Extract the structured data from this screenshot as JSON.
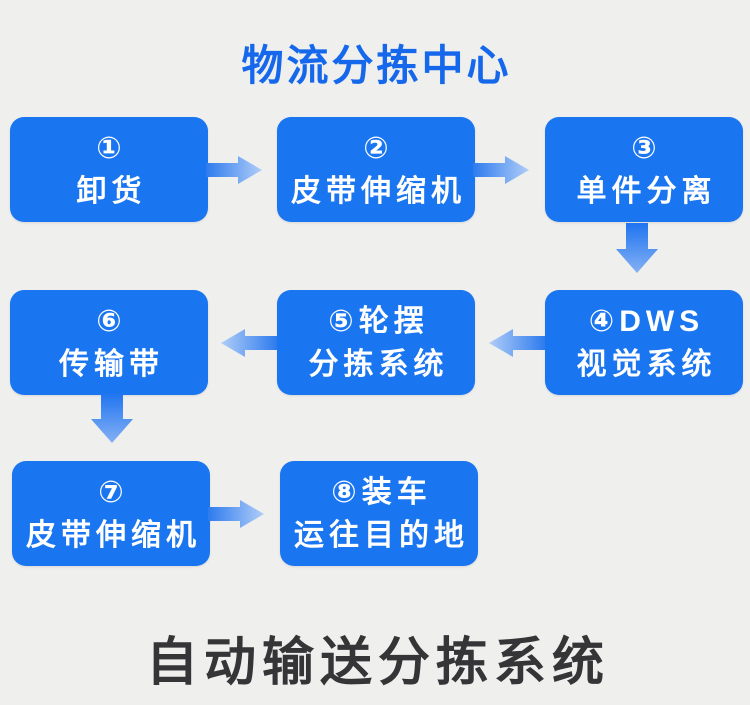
{
  "page": {
    "title": "物流分拣中心",
    "footer": "自动输送分拣系统"
  },
  "flow": {
    "nodes": [
      {
        "step": "①",
        "label": "卸货"
      },
      {
        "step": "②",
        "label": "皮带伸缩机"
      },
      {
        "step": "③",
        "label": "单件分离"
      },
      {
        "step": "④DWS",
        "label": "视觉系统"
      },
      {
        "step": "⑤轮摆",
        "label": "分拣系统"
      },
      {
        "step": "⑥",
        "label": "传输带"
      },
      {
        "step": "⑦",
        "label": "皮带伸缩机"
      },
      {
        "step": "⑧装车",
        "label": "运往目的地"
      }
    ],
    "arrows": [
      {
        "from": 1,
        "to": 2,
        "direction": "right"
      },
      {
        "from": 2,
        "to": 3,
        "direction": "right"
      },
      {
        "from": 3,
        "to": 4,
        "direction": "down"
      },
      {
        "from": 4,
        "to": 5,
        "direction": "left"
      },
      {
        "from": 5,
        "to": 6,
        "direction": "left"
      },
      {
        "from": 6,
        "to": 7,
        "direction": "down"
      },
      {
        "from": 7,
        "to": 8,
        "direction": "right"
      }
    ]
  },
  "colors": {
    "background": "#efefee",
    "node_fill": "#1a75f1",
    "node_text": "#ffffff",
    "title_text": "#1568ec",
    "footer_text": "#353538",
    "arrow_dark": "#2e7bee",
    "arrow_light": "#b0cdf7"
  }
}
